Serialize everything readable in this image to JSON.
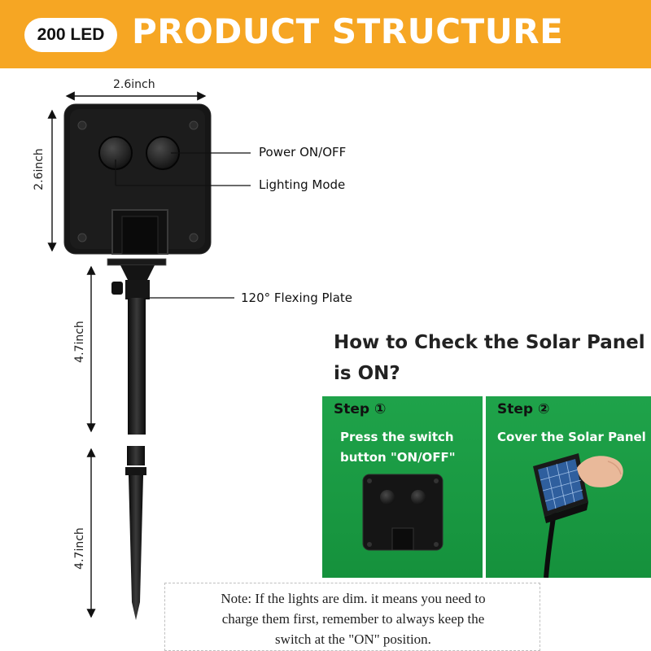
{
  "header": {
    "badge": "200 LED",
    "title": "PRODUCT STRUCTURE",
    "background_color": "#f6a623"
  },
  "dimensions": {
    "box_width": "2.6inch",
    "box_height": "2.6inch",
    "upper_stake": "4.7inch",
    "lower_stake": "4.7inch"
  },
  "callouts": {
    "power": "Power ON/OFF",
    "mode": "Lighting Mode",
    "plate": "120° Flexing Plate"
  },
  "check_section": {
    "title": "How to Check the Solar Panel is ON?",
    "panel_color": "#1a9a42",
    "steps": [
      {
        "label": "Step ①",
        "description": "Press the switch\nbutton \"ON/OFF\""
      },
      {
        "label": "Step ②",
        "description": "Cover the Solar Panel"
      }
    ]
  },
  "note": {
    "text": "Note: If the lights are dim. it means you need to\ncharge them first, remember to always keep the\nswitch at the \"ON\" position."
  }
}
